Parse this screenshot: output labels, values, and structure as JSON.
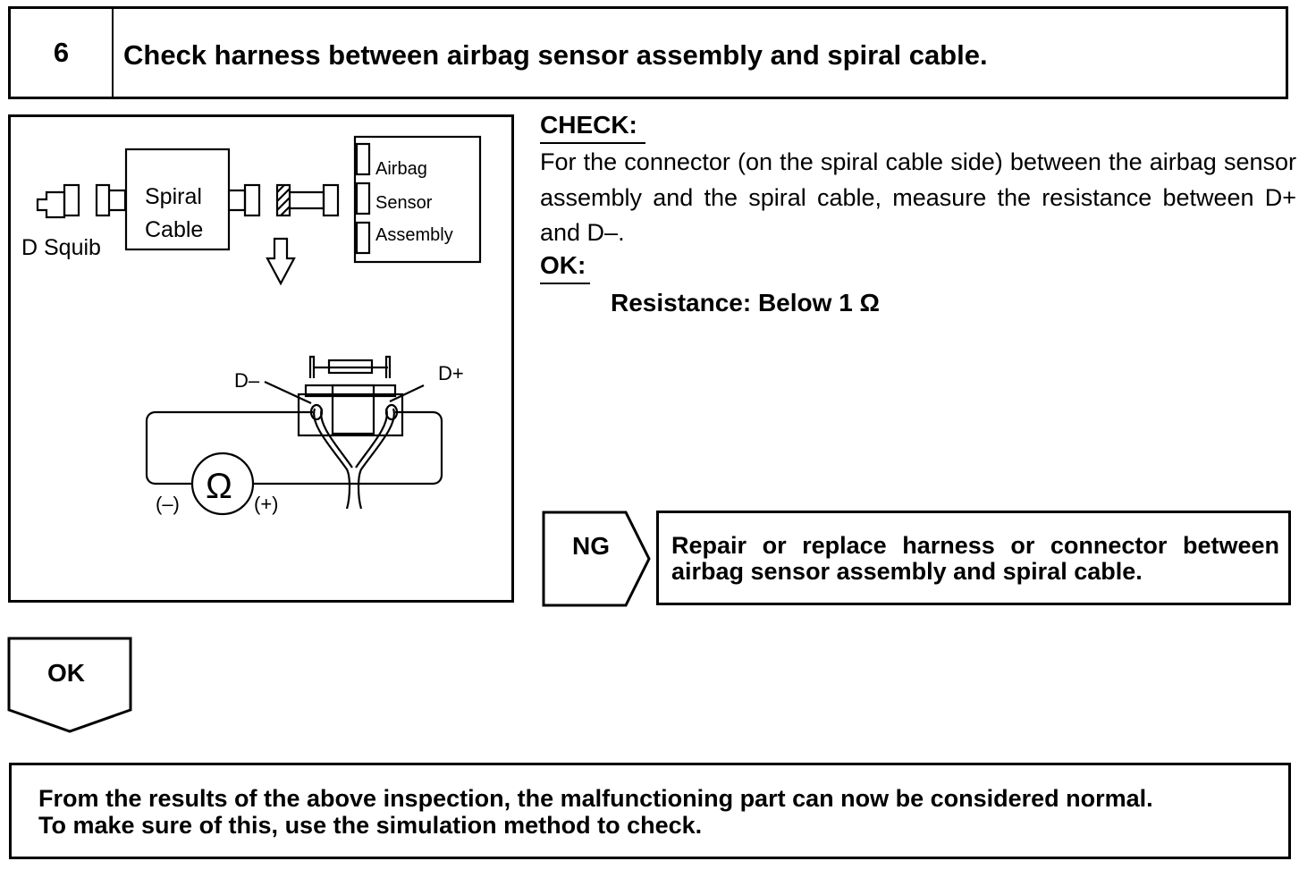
{
  "step": {
    "number": "6",
    "title": "Check harness between airbag sensor assembly and spiral cable."
  },
  "diagram": {
    "labels": {
      "spiral_line1": "Spiral",
      "spiral_line2": "Cable",
      "d_squib": "D Squib",
      "airbag": "Airbag",
      "sensor": "Sensor",
      "assembly": "Assembly",
      "d_minus": "D–",
      "d_plus": "D+",
      "ohm": "Ω",
      "probe_neg": "(–)",
      "probe_pos": "(+)"
    }
  },
  "check": {
    "heading": "CHECK:",
    "text": "For the connector (on the spiral cable side) between the airbag sensor assembly and the spiral cable, measure the resistance between D+ and D–.",
    "ok_heading": "OK:",
    "spec": "Resistance: Below 1 Ω"
  },
  "ng": {
    "label": "NG",
    "action": "Repair or replace harness or connector between airbag sensor assembly and spiral cable."
  },
  "ok": {
    "label": "OK"
  },
  "result": {
    "line1": "From the results of the above inspection, the malfunctioning part can now be considered normal.",
    "line2": "To make sure of this, use the simulation method to check."
  }
}
